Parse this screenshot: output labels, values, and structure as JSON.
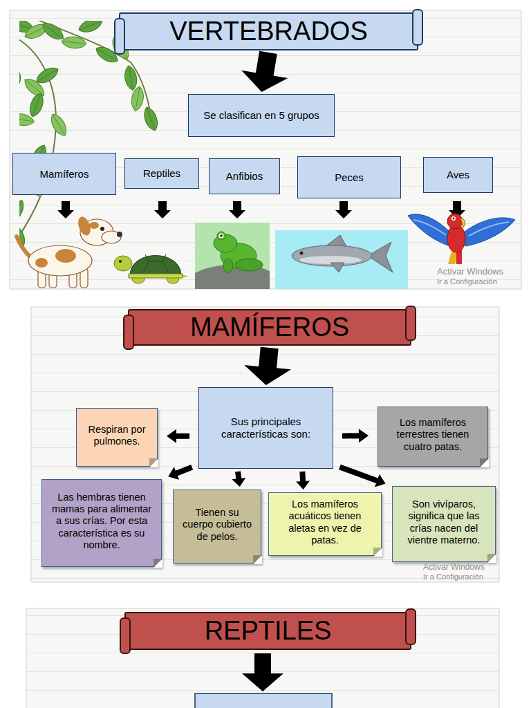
{
  "diagram": {
    "nodes": [
      {
        "text": [
          "VERTEBRADOS"
        ]
      },
      {
        "text": [
          "Se clasifican en 5 grupos"
        ]
      },
      {
        "text": [
          "Mamíferos"
        ]
      },
      {
        "text": [
          "Reptiles"
        ]
      },
      {
        "text": [
          "Anfibios"
        ]
      },
      {
        "text": [
          "Peces"
        ]
      },
      {
        "text": [
          "Aves"
        ]
      },
      {
        "text": [
          "MAMÍFEROS"
        ]
      },
      {
        "text": [
          "Sus principales características son:"
        ]
      },
      {
        "text": [
          "Respiran por pulmones."
        ]
      },
      {
        "text": [
          "Los mamíferos terrestres tienen cuatro patas."
        ]
      },
      {
        "text": [
          "Las hembras tienen mamas para alimentar a sus crías. Por esta característica es su nombre."
        ]
      },
      {
        "text": [
          "Tienen su cuerpo cubierto de pelos."
        ]
      },
      {
        "text": [
          "Los mamíferos acuáticos tienen aletas en vez de patas."
        ]
      },
      {
        "text": [
          "Son vivíparos, significa que las crías nacen del vientre materno."
        ]
      },
      {
        "text": [
          "REPTILES"
        ]
      }
    ],
    "edges": [
      {
        "from": 0,
        "to": 1,
        "arrow": "to"
      },
      {
        "from": 7,
        "to": 8,
        "arrow": "to"
      },
      {
        "from": 8,
        "to": 9,
        "arrow": "to"
      },
      {
        "from": 8,
        "to": 10,
        "arrow": "to"
      },
      {
        "from": 8,
        "to": 11,
        "arrow": "to"
      },
      {
        "from": 8,
        "to": 12,
        "arrow": "to"
      },
      {
        "from": 8,
        "to": 13,
        "arrow": "to"
      },
      {
        "from": 8,
        "to": 14,
        "arrow": "to"
      }
    ],
    "labels": [
      "Activar Windows",
      "Ir a Configuración",
      "Activar Windows",
      "Ir a Configuración"
    ]
  }
}
